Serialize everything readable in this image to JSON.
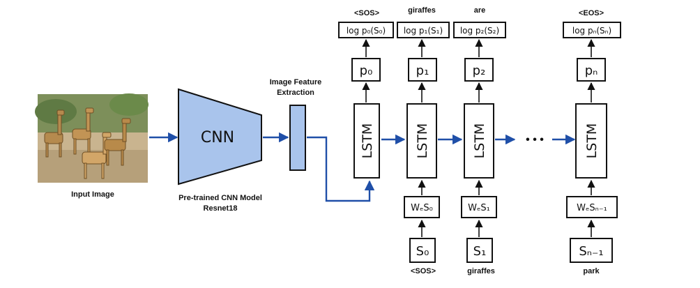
{
  "input": {
    "caption": "Input Image"
  },
  "cnn": {
    "label": "CNN",
    "caption_line1": "Pre-trained CNN Model",
    "caption_line2": "Resnet18"
  },
  "feature": {
    "caption_line1": "Image Feature",
    "caption_line2": "Extraction"
  },
  "lstm_label": "LSTM",
  "ellipsis": "• • •",
  "top_words": [
    "<SOS>",
    "giraffes",
    "are",
    "<EOS>"
  ],
  "log_probs": [
    "log p₀(S₀)",
    "log p₁(S₁)",
    "log p₂(S₂)",
    "log pₙ(Sₙ)"
  ],
  "probs": [
    "p₀",
    "p₁",
    "p₂",
    "pₙ"
  ],
  "embeds": [
    "WₑS₀",
    "WₑS₁",
    "WₑSₙ₋₁"
  ],
  "inputs": [
    "S₀",
    "S₁",
    "Sₙ₋₁"
  ],
  "bottom_words": [
    "<SOS>",
    "giraffes",
    "park"
  ],
  "colors": {
    "cnn_fill": "#a9c4ec",
    "flow_arrow": "#1f4fa8",
    "box_stroke": "#111111"
  }
}
